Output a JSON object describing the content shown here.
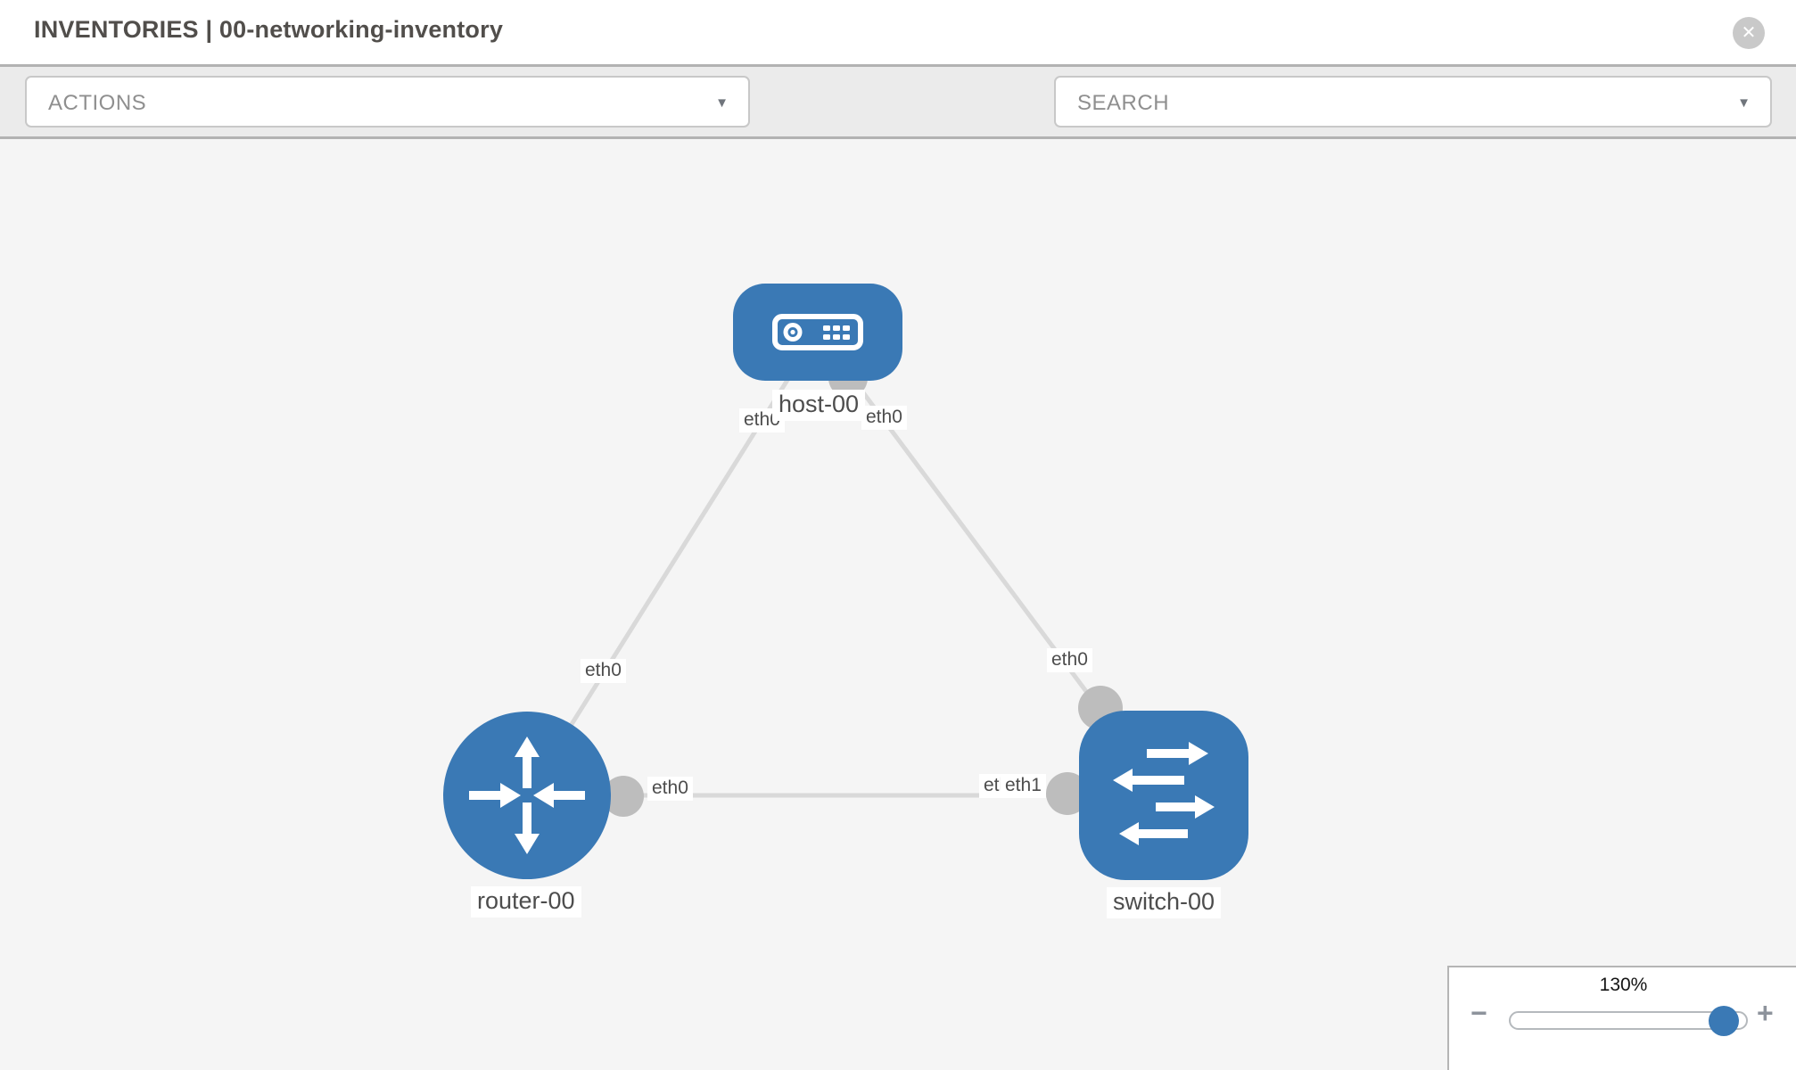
{
  "header": {
    "title": "INVENTORIES | 00-networking-inventory",
    "close_glyph": "✕"
  },
  "toolbar": {
    "actions": {
      "placeholder": "ACTIONS",
      "caret_glyph": "▼"
    },
    "search": {
      "placeholder": "SEARCH",
      "caret_glyph": "▼"
    },
    "icons": [
      "wrench-icon",
      "key-icon"
    ]
  },
  "topology": {
    "nodes": [
      {
        "label": "host-00",
        "type": "host"
      },
      {
        "label": "router-00",
        "type": "router"
      },
      {
        "label": "switch-00",
        "type": "switch"
      }
    ],
    "links": [
      {
        "from": "host-00",
        "to": "router-00",
        "from_interface": "eth0",
        "to_interface": "eth0"
      },
      {
        "from": "host-00",
        "to": "switch-00",
        "from_interface": "eth0",
        "to_interface": "eth0"
      },
      {
        "from": "router-00",
        "to": "switch-00",
        "from_interface": "eth0",
        "to_interface": "eth1"
      }
    ],
    "interface_labels": {
      "host_to_router": "eth0",
      "host_to_switch": "eth0",
      "router_to_host": "eth0",
      "switch_to_host": "eth0",
      "router_to_switch": "eth0",
      "switch_to_router_back": "eth0",
      "switch_to_router_front": "eth1"
    },
    "colors": {
      "node_blue": "#3a79b5",
      "port_gray": "#bdbdbd",
      "link_gray": "#d9d9d9"
    }
  },
  "zoom_control": {
    "level": "130%",
    "minus_glyph": "−",
    "plus_glyph": "+"
  }
}
